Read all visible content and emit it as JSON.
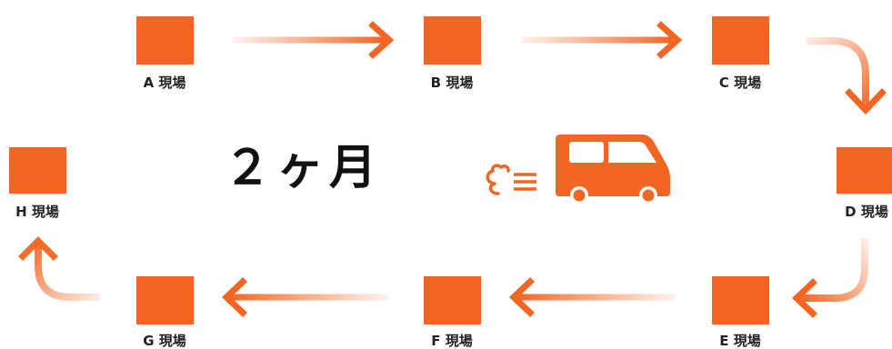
{
  "colors": {
    "accent": "#f26522",
    "arrow_fade": "#f9c4a3",
    "text": "#222222"
  },
  "sites": [
    {
      "id": "A",
      "label": "A 現場"
    },
    {
      "id": "B",
      "label": "B 現場"
    },
    {
      "id": "C",
      "label": "C 現場"
    },
    {
      "id": "D",
      "label": "D 現場"
    },
    {
      "id": "E",
      "label": "E 現場"
    },
    {
      "id": "F",
      "label": "F 現場"
    },
    {
      "id": "G",
      "label": "G 現場"
    },
    {
      "id": "H",
      "label": "H 現場"
    }
  ],
  "duration_label": "２ヶ月",
  "icons": {
    "vehicle": "van-icon",
    "exhaust": "exhaust-cloud-icon"
  }
}
